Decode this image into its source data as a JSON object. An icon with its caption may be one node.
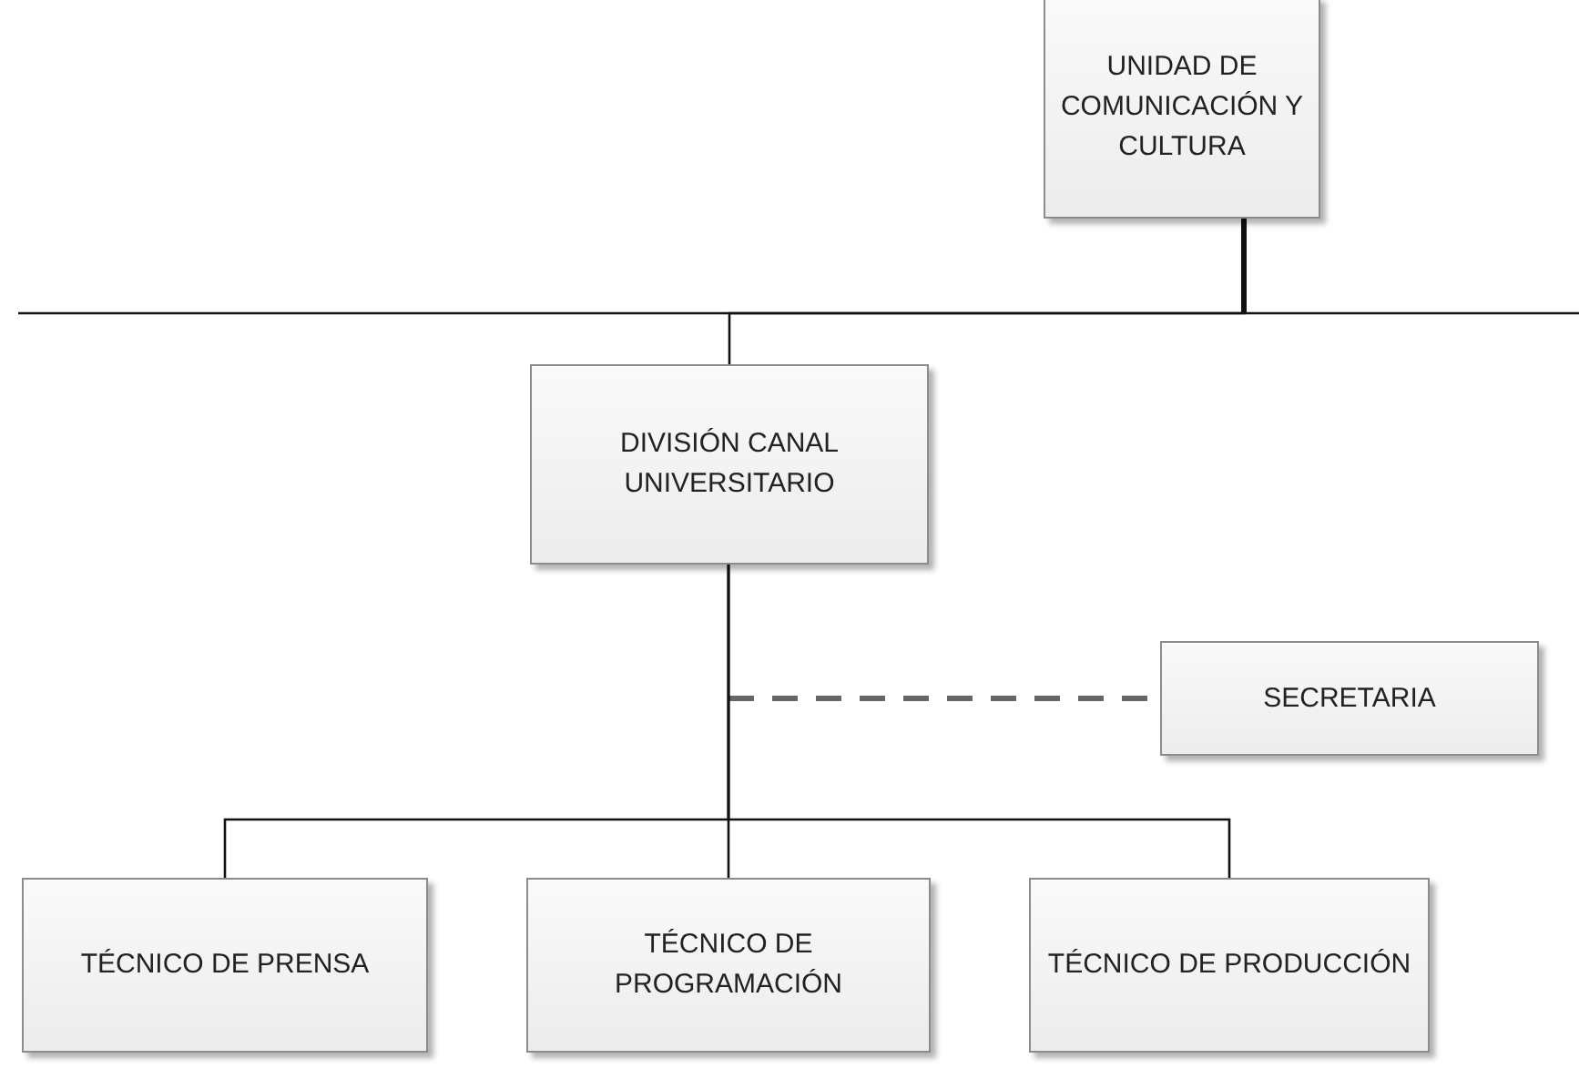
{
  "diagram": {
    "nodes": [
      {
        "text": [
          "UNIDAD DE COMUNICACIÓN Y CULTURA"
        ]
      },
      {
        "text": [
          "DIVISIÓN CANAL UNIVERSITARIO"
        ]
      },
      {
        "text": [
          "SECRETARIA"
        ]
      },
      {
        "text": [
          "TÉCNICO DE PRENSA"
        ]
      },
      {
        "text": [
          "TÉCNICO DE PROGRAMACIÓN"
        ]
      },
      {
        "text": [
          "TÉCNICO DE PRODUCCIÓN"
        ]
      }
    ],
    "edges": [
      {
        "from": 0,
        "to": 1,
        "arrow": "none"
      },
      {
        "from": 1,
        "to": 2,
        "arrow": "none",
        "style": "dashed"
      },
      {
        "from": 1,
        "to": 3,
        "arrow": "none"
      },
      {
        "from": 1,
        "to": 4,
        "arrow": "none"
      },
      {
        "from": 1,
        "to": 5,
        "arrow": "none"
      }
    ]
  }
}
